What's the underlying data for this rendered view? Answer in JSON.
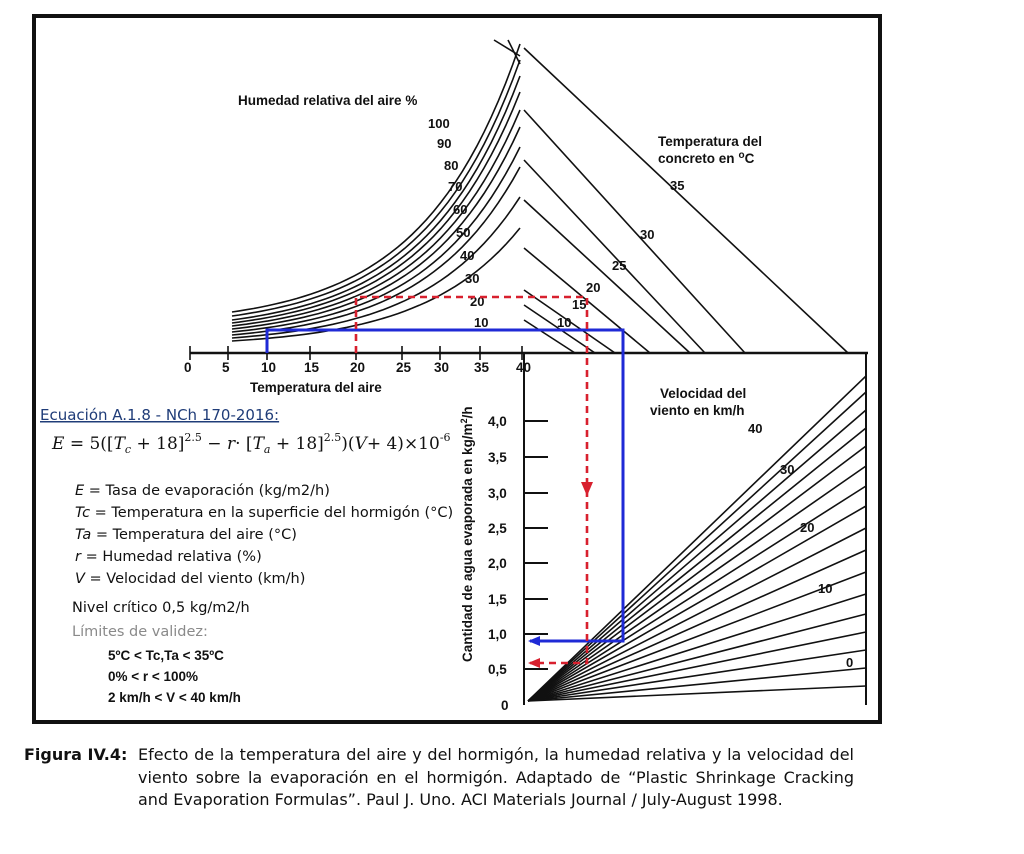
{
  "humidity": {
    "title": "Humedad relativa del aire %",
    "labels": [
      "100",
      "90",
      "80",
      "70",
      "60",
      "50",
      "40",
      "30",
      "20",
      "10"
    ]
  },
  "concrete_temp": {
    "title_line1": "Temperatura del",
    "title_line2": "concreto en",
    "unit": "C",
    "labels": [
      "35",
      "30",
      "25",
      "20",
      "15",
      "10"
    ]
  },
  "air_temp_axis": {
    "title": "Temperatura del aire",
    "ticks": [
      "0",
      "5",
      "10",
      "15",
      "20",
      "25",
      "30",
      "35",
      "40"
    ]
  },
  "wind": {
    "title_line1": "Velocidad del",
    "title_line2": "viento en km/h",
    "labels": [
      "40",
      "30",
      "20",
      "10",
      "0"
    ]
  },
  "evap_axis": {
    "title": "Cantidad de agua evaporada en kg/m",
    "title_sup": "2",
    "title_end": "/h",
    "ticks": [
      "4,0",
      "3,5",
      "3,0",
      "2,5",
      "2,0",
      "1,5",
      "1,0",
      "0,5",
      "0"
    ]
  },
  "equation": {
    "heading": "Ecuación A.1.8 - NCh 170-2016:",
    "formula": "E = 5([Tc + 18]^2.5 − r·[Ta + 18]^2.5)(V+4)×10^-6"
  },
  "legend": {
    "items": [
      {
        "sym": "E",
        "desc": " = Tasa de evaporación (kg/m2/h)"
      },
      {
        "sym": "Tc",
        "desc": " = Temperatura en la superficie del hormigón (°C)"
      },
      {
        "sym": "Ta",
        "desc": " = Temperatura del aire (°C)"
      },
      {
        "sym": "r",
        "desc": " = Humedad relativa (%)"
      },
      {
        "sym": "V",
        "desc": " = Velocidad del viento (km/h)"
      }
    ],
    "critical": "Nivel crítico 0,5 kg/m2/h",
    "validity_title": "Límites de validez:",
    "validity": [
      "5ºC < Tc,Ta < 35ºC",
      "0% < r < 100%",
      "2 km/h < V < 40 km/h"
    ]
  },
  "colors": {
    "blue_path": "#1f2ad6",
    "red_path": "#d8202e",
    "curves": "#111111",
    "validity_text": "#8a8a8a"
  },
  "caption": {
    "label": "Figura IV.4:",
    "text": "Efecto de la temperatura del aire y del hormigón, la humedad relativa y la velocidad del viento sobre la evaporación en el hormigón. Adaptado de “Plastic Shrinkage Cracking and Evaporation Formulas”. Paul J. Uno. ACI Materials Journal / July-August 1998."
  }
}
